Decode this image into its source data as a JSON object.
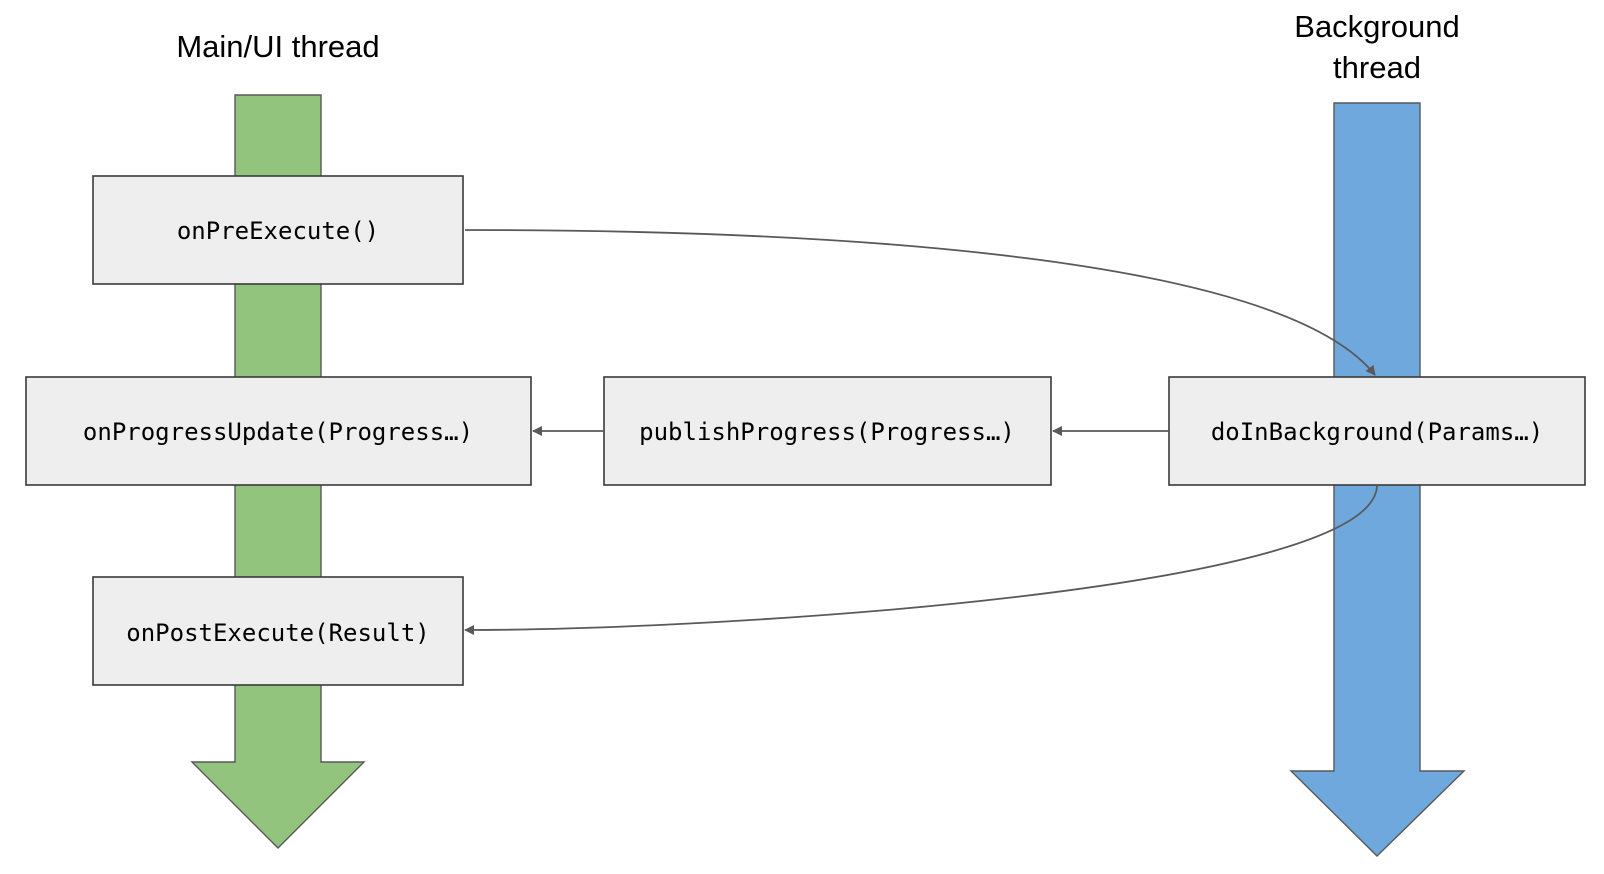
{
  "colors": {
    "main_thread": "#93c47d",
    "background_thread": "#6fa8dc",
    "box_fill": "#eeeeee",
    "box_border": "#3a3a3a",
    "connector": "#595959"
  },
  "threads": {
    "main": {
      "label": "Main/UI thread"
    },
    "background": {
      "label_line1": "Background",
      "label_line2": "thread"
    }
  },
  "methods": {
    "on_pre_execute": "onPreExecute()",
    "on_progress_update": "onProgressUpdate(Progress…)",
    "publish_progress": "publishProgress(Progress…)",
    "do_in_background": "doInBackground(Params…)",
    "on_post_execute": "onPostExecute(Result)"
  }
}
